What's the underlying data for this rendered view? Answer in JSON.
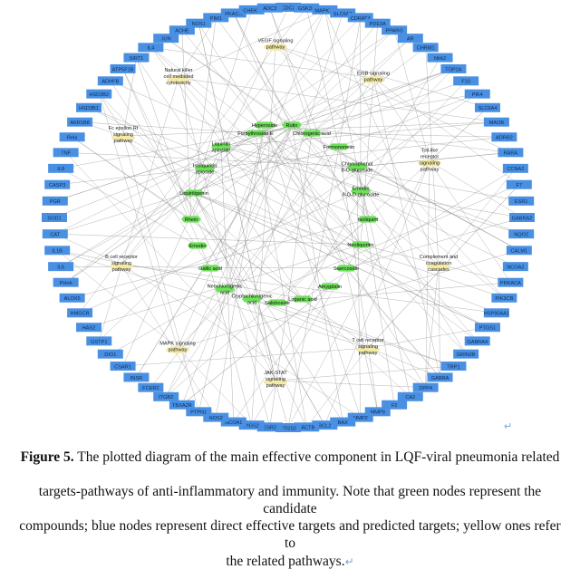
{
  "figure": {
    "return_mark": "↵",
    "targets": [
      "CDC2",
      "GSK3B",
      "MAPK14",
      "SLC6A3",
      "CDRAT4",
      "PDE3A",
      "PPARG",
      "AR",
      "CHRM1",
      "Ntrk2",
      "TOP2A",
      "F10",
      "PIK4",
      "SLC6A4",
      "MAOB",
      "ADRB2",
      "RARA",
      "CCNA2",
      "F7",
      "ESR1",
      "GABRA2",
      "NQO2",
      "CALM1",
      "NCOA2",
      "PRKACA",
      "PIK3CB",
      "HSP90AA1",
      "PTGS1",
      "GABRA4",
      "GRIN2B",
      "TRP1",
      "GABRA",
      "DPP4",
      "CA2",
      "F2",
      "MMP9",
      "MMP2",
      "BAX",
      "BCL2",
      "LACTB",
      "PTGS2",
      "ESR2",
      "PIGS2",
      "NCOA1",
      "NOS2",
      "PTPN1",
      "TBXA2R",
      "ITGB2",
      "FCER2",
      "INSR",
      "CSAR1",
      "DIO1",
      "GSTP1",
      "HAS2",
      "HMGCR",
      "ALOX5",
      "PHob",
      "IL6",
      "IL1B",
      "CAT",
      "SOD1",
      "PGR",
      "CASP3",
      "IL8",
      "TNF",
      "Rela",
      "AKR1B8",
      "HSD3B1",
      "HSD3B2",
      "ADHFB",
      "ATP5F1B",
      "SIRT1",
      "IL4",
      "JUN",
      "ACHE",
      "NOS1",
      "PIM1",
      "PKACA",
      "CHEK1",
      "ADC3"
    ],
    "compounds": [
      "Hyperoside",
      "Rutin",
      "Furbythroside E",
      "Chlorogenic acid",
      "Liquiritin apioside",
      "Formononetin",
      "Isoliquiritin apioside",
      "Chrysophanol 8-O-glucoside",
      "Emodin 8-O-D-glucoside",
      "Liquiritigenin",
      "Isoliquirit",
      "Rhein",
      "Emodin",
      "Neoliquiritin",
      "Gallic acid",
      "Saercoside",
      "Neochlorogenic acid",
      "Amygdalin",
      "Cryptochlorogenic acid",
      "Loganic acid",
      "Salidroside"
    ],
    "pathways": [
      "VEGF signaling pathway",
      "Natural killer cell mediated cytotoxicity",
      "ErbB signaling pathway",
      "Fc epsilon RI signaling pathway",
      "Toll-like receptor signaling pathway",
      "B cell receptor signaling pathway",
      "Complement and coagulation cascades",
      "MAPK signaling pathway",
      "T cell receptor signaling pathway",
      "JAK-STAT signaling pathway"
    ]
  },
  "caption": {
    "label": "Figure 5.",
    "line1": " The plotted diagram of the main effective component in LQF-viral pneumonia related",
    "line2": "targets-pathways of anti-inflammatory and immunity. Note that green nodes represent the candidate",
    "line3": "compounds; blue nodes represent direct effective targets and predicted targets; yellow ones refer to",
    "line4": "the related pathways.",
    "return_mark": "↵"
  },
  "colors": {
    "target": "#4a90e2",
    "target_text": "#0b2a55",
    "compound": "#6fe05a",
    "pathway": "#f3e9a8",
    "edge": "#8c8c8c"
  }
}
